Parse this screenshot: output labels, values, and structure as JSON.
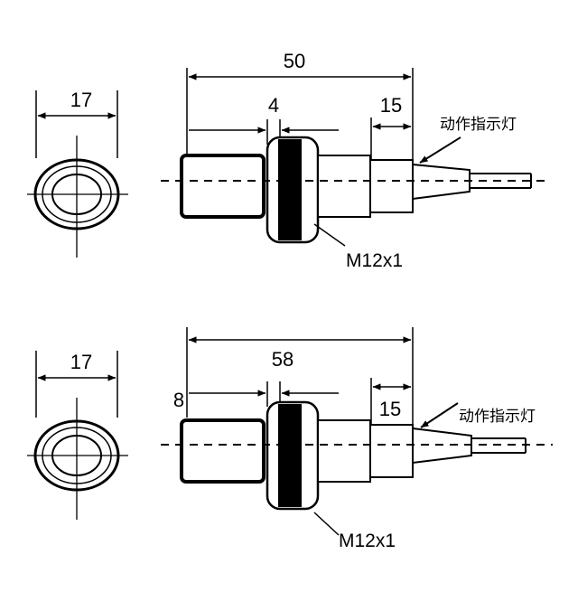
{
  "diagrams": [
    {
      "end_view": {
        "diameter_label": "17"
      },
      "overall_length_label": "50",
      "sensing_length_label": "4",
      "cable_segment_label": "15",
      "indicator_label": "动作指示灯",
      "thread_label": "M12x1"
    },
    {
      "end_view": {
        "diameter_label": "17"
      },
      "overall_length_label": "58",
      "sensing_length_label": "8",
      "cable_segment_label": "15",
      "indicator_label": "动作指示灯",
      "thread_label": "M12x1"
    }
  ],
  "colors": {
    "line": "#000000",
    "background": "#ffffff"
  }
}
